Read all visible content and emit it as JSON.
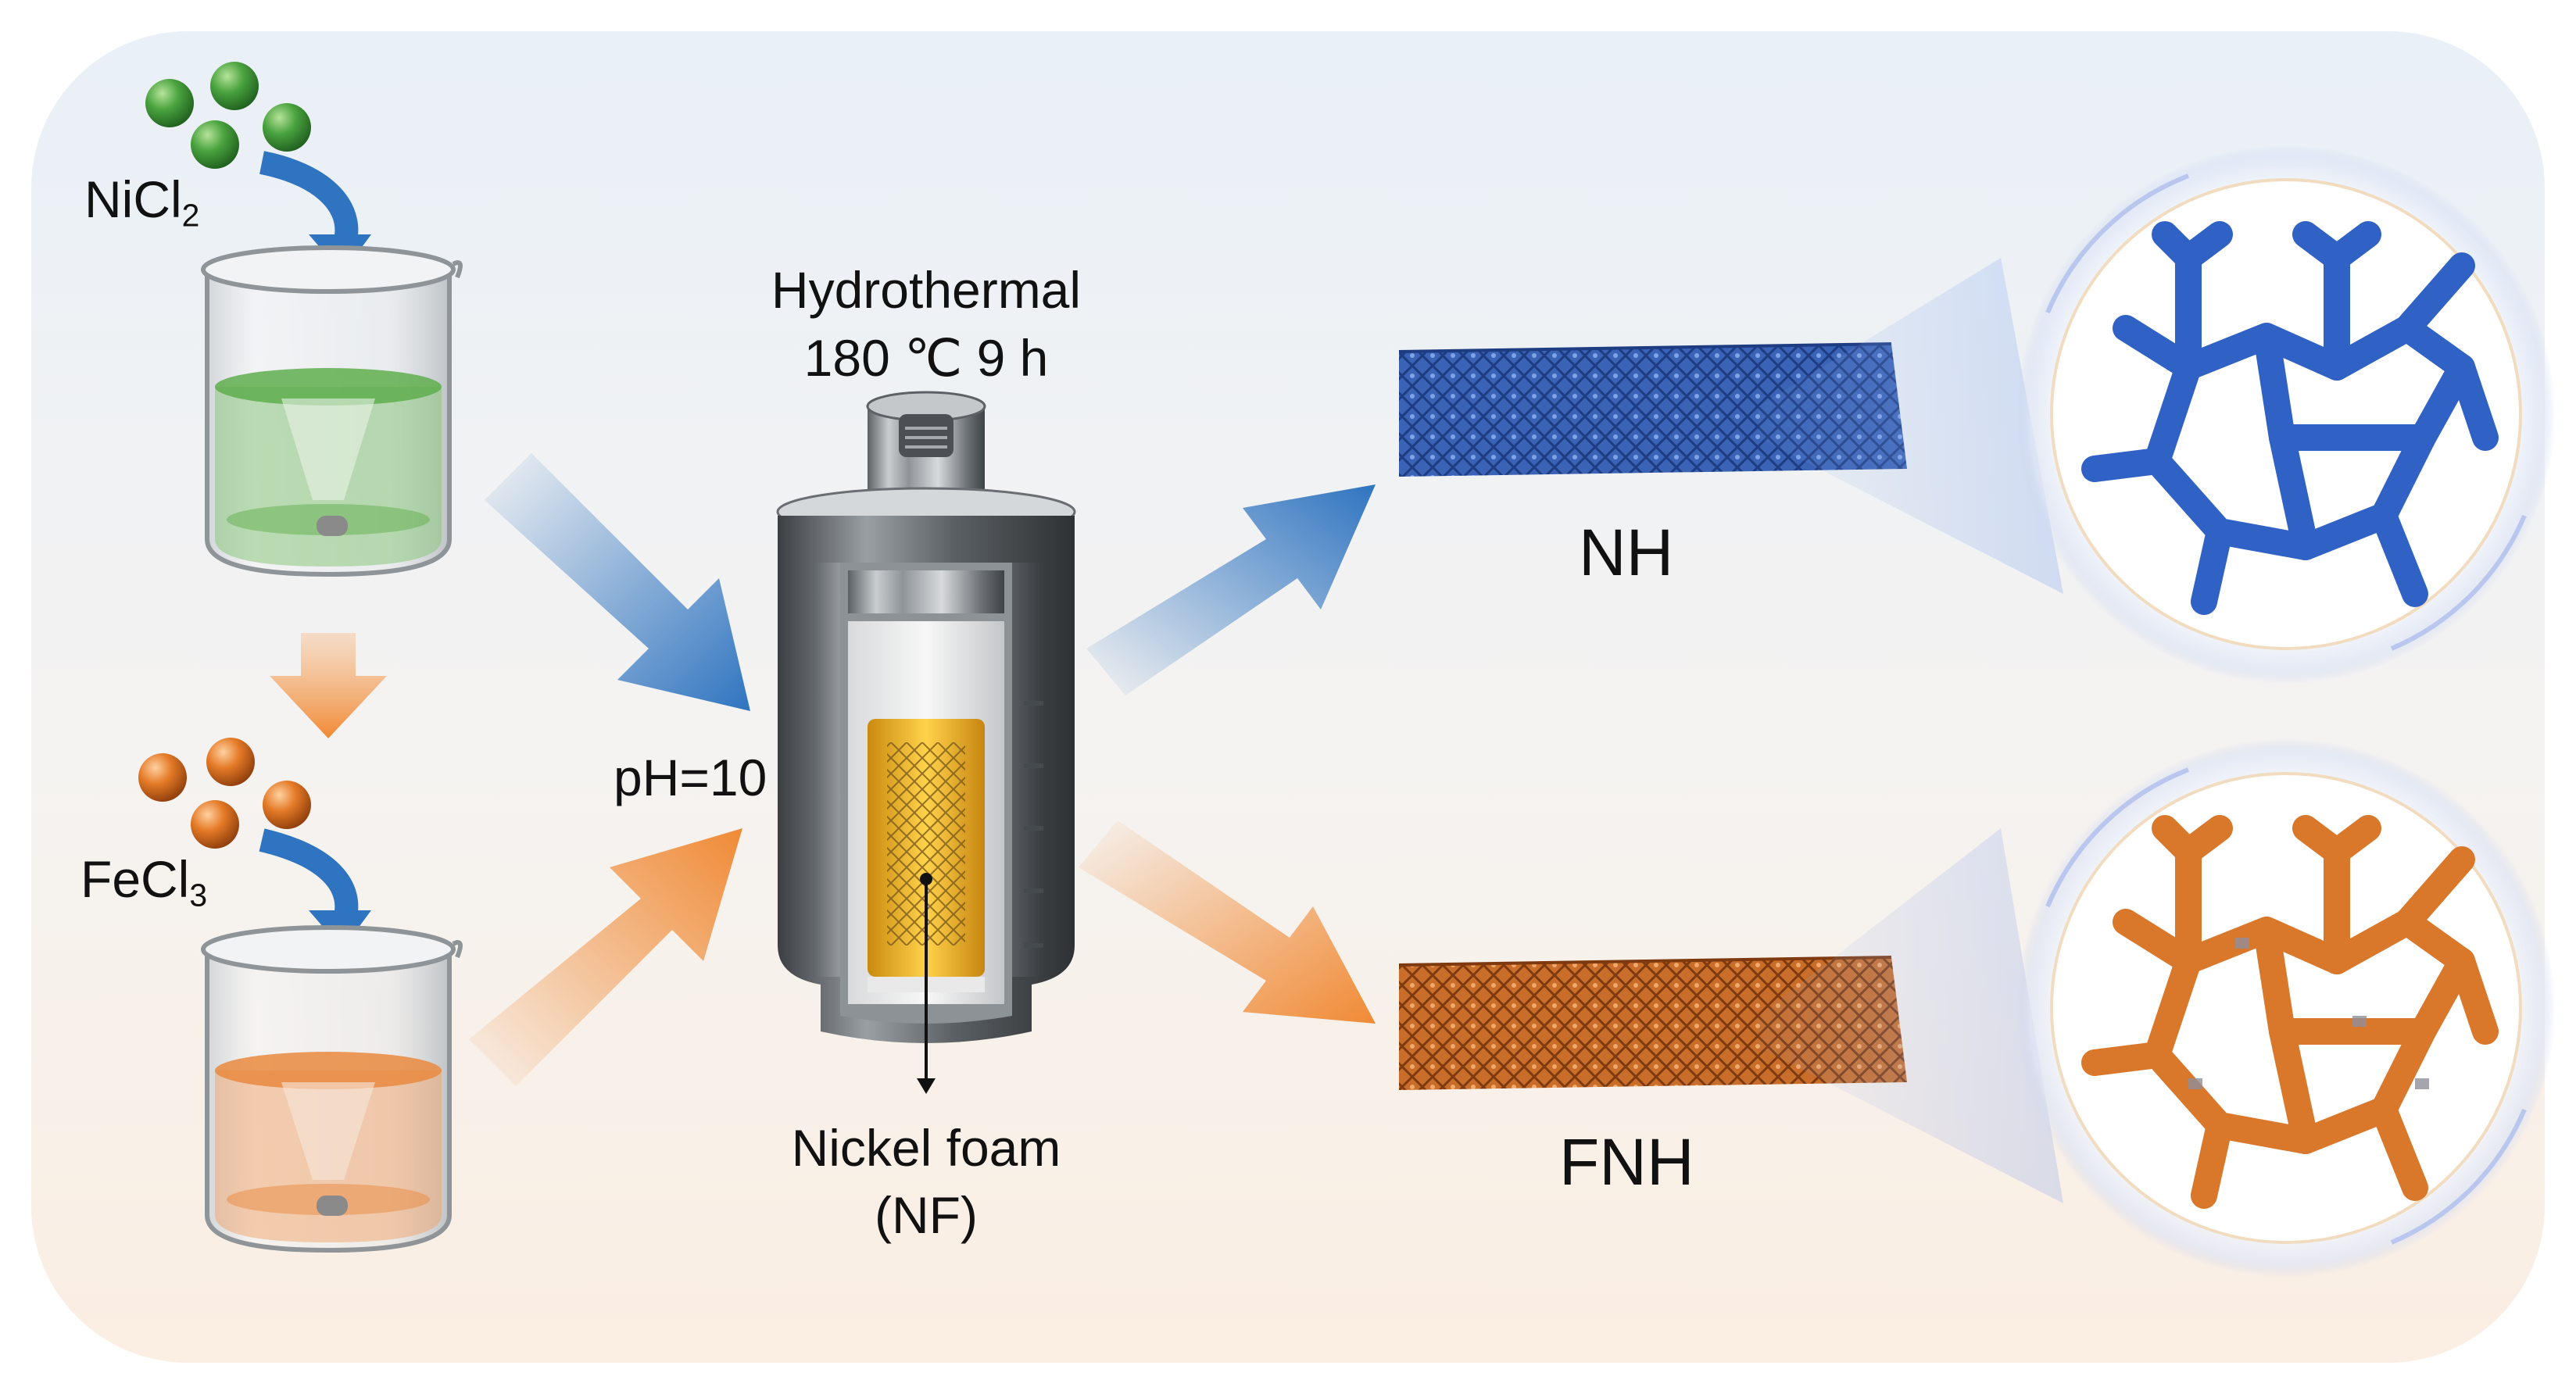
{
  "labels": {
    "nicl2_main": "NiCl",
    "nicl2_sub": "2",
    "fecl3_main": "FeCl",
    "fecl3_sub": "3",
    "ph": "pH=10",
    "hydrothermal": "Hydrothermal",
    "conditions": "180 ℃ 9 h",
    "nickel_foam": "Nickel foam",
    "nf": "(NF)",
    "nh": "NH",
    "fnh": "FNH"
  },
  "colors": {
    "ni_green": "#3f9a3a",
    "fe_orange": "#e07a2a",
    "blue_arrow": "#2f74c0",
    "orange_arrow": "#f08a35",
    "nh_blue": "#2f62c4",
    "fnh_orange": "#d9772a"
  }
}
